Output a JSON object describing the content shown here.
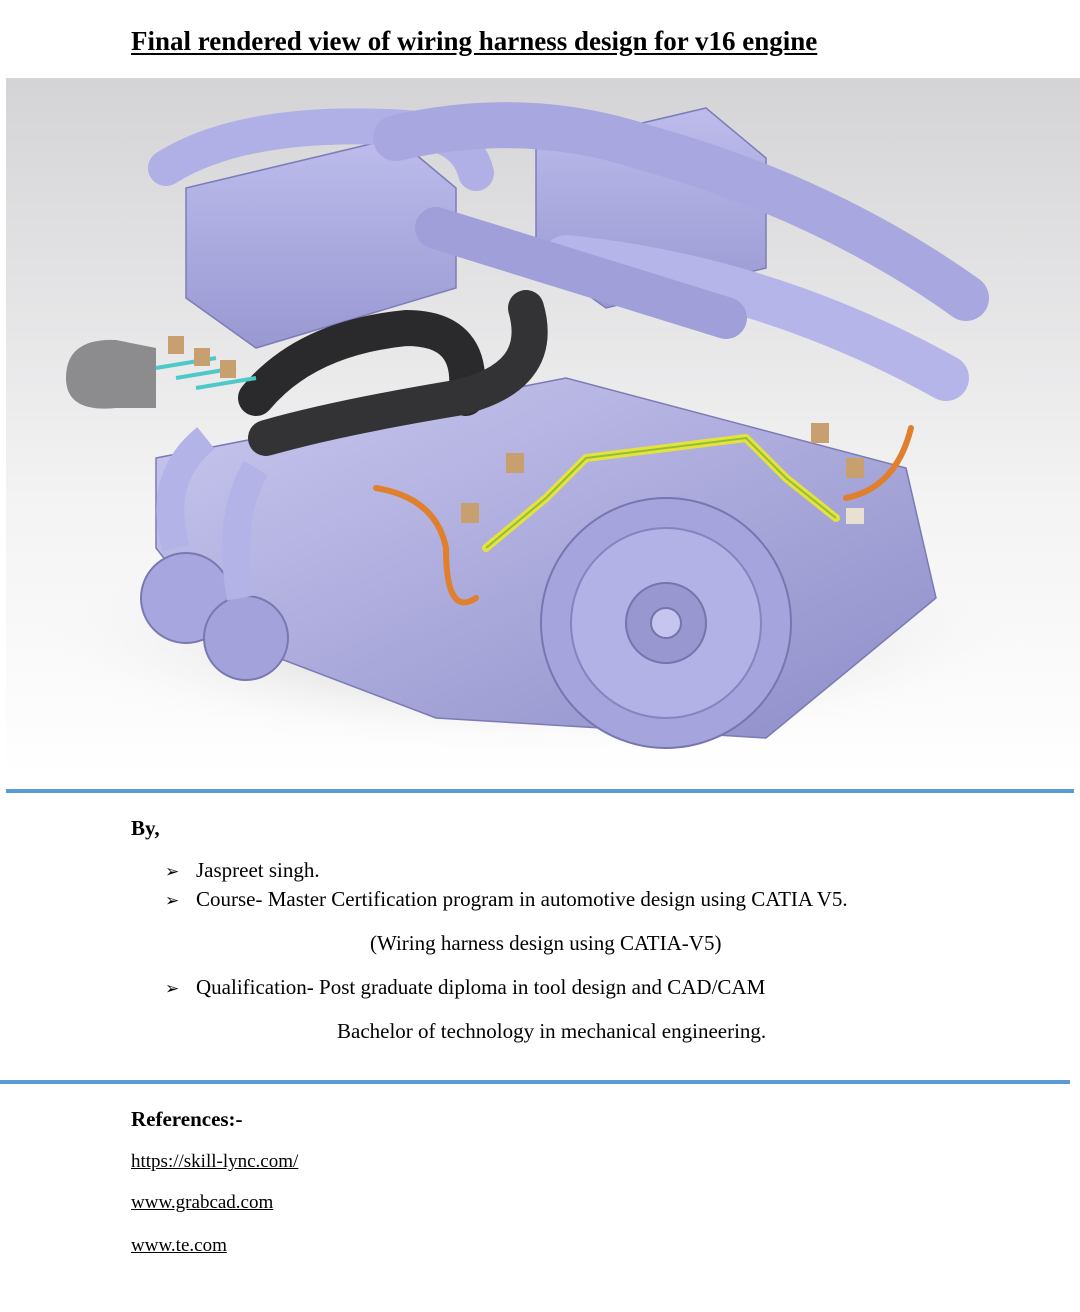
{
  "document": {
    "title": "Final rendered view of wiring harness design for v16 engine",
    "image_alt": "V16 engine with wiring harness render",
    "author_heading": "By,",
    "bullets": [
      "Jaspreet singh.",
      "Course- Master Certification program in automotive design using CATIA V5.",
      "Qualification- Post graduate diploma in tool design and CAD/CAM"
    ],
    "course_note": "(Wiring harness design using CATIA-V5)",
    "qualification_extra": "Bachelor of technology in mechanical engineering.",
    "references_heading": "References:-",
    "references": [
      "https://skill-lync.com/",
      "www.grabcad.com",
      "www.te.com"
    ]
  },
  "colors": {
    "rule": "#5b9bd5",
    "engine": "#a9a8dd",
    "hose": "#2a2a2c",
    "harness_yellow": "#e6e23c",
    "harness_orange": "#e0802c",
    "connector": "#c8a070"
  }
}
